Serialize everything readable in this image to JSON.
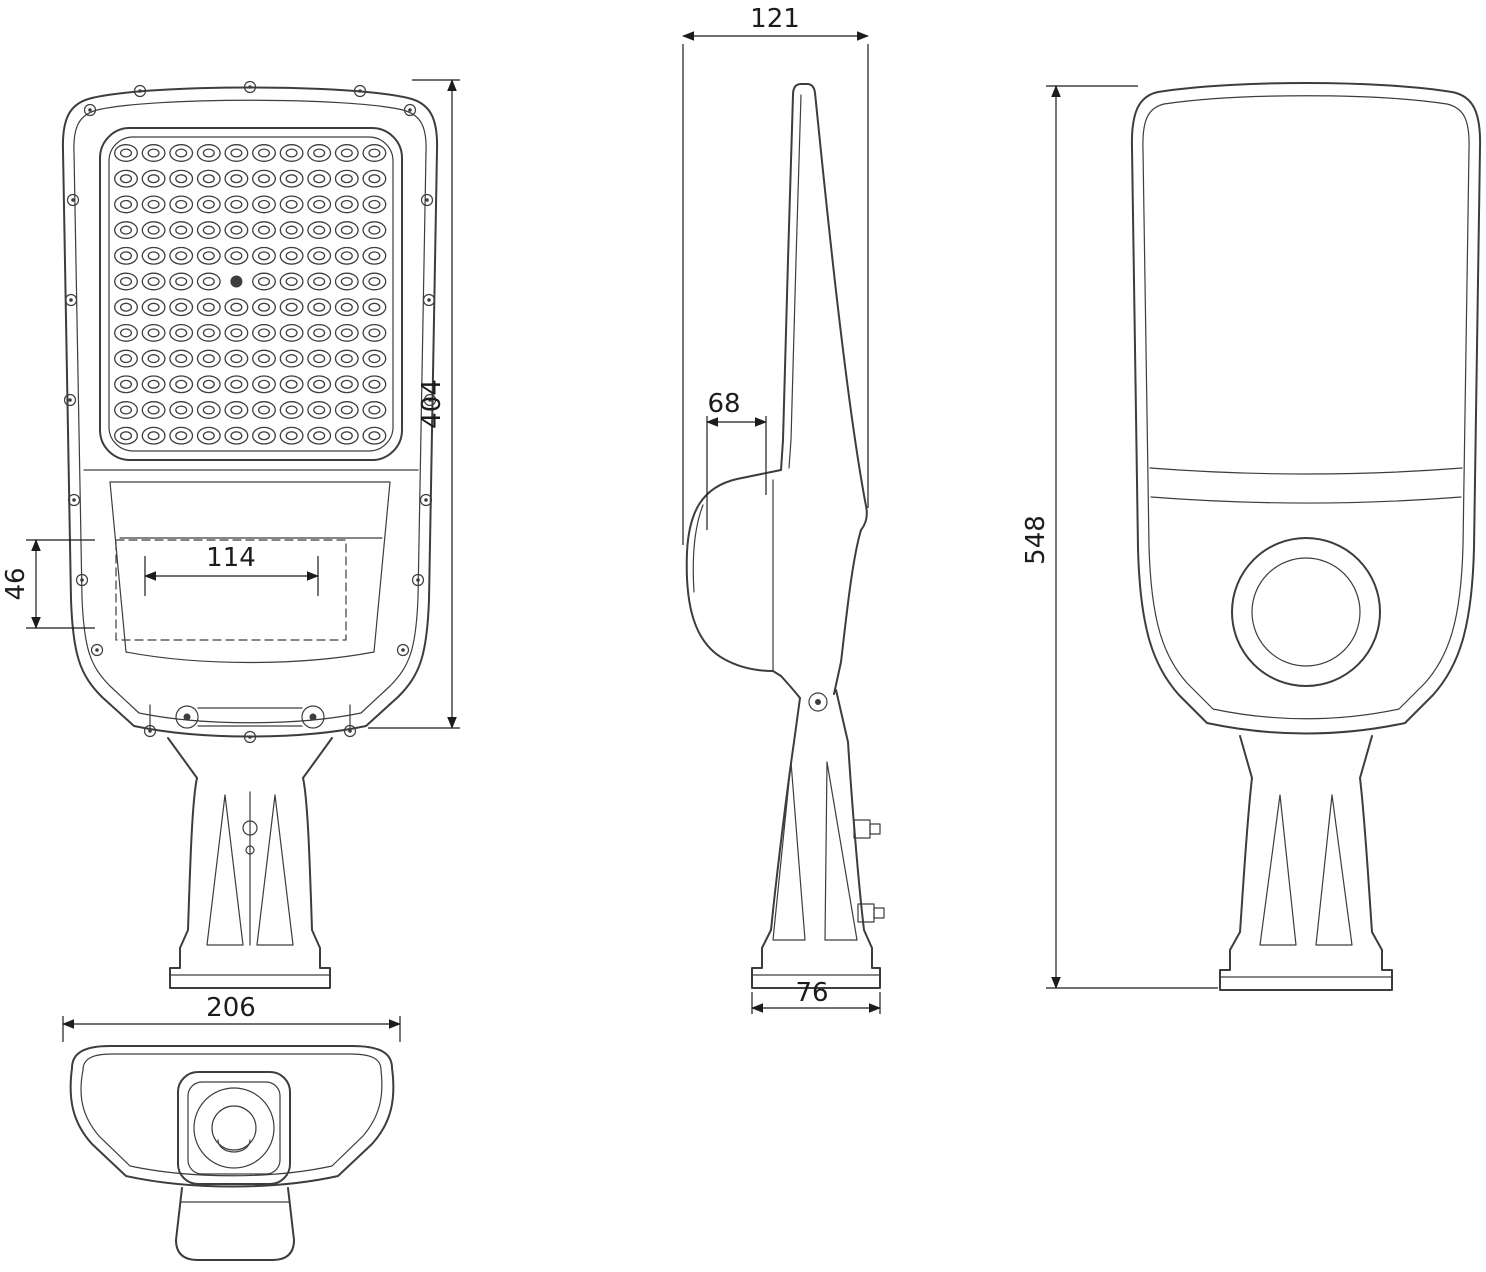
{
  "drawing": {
    "background": "#ffffff",
    "line_color": "#3d3d3d",
    "dim_color": "#1c1c1c"
  },
  "dims": {
    "front_height": "404",
    "front_inner_width": "114",
    "front_lower_height": "46",
    "side_depth": "121",
    "side_sensor_depth": "68",
    "side_base_width": "76",
    "rear_height": "548",
    "bottom_width": "206"
  }
}
